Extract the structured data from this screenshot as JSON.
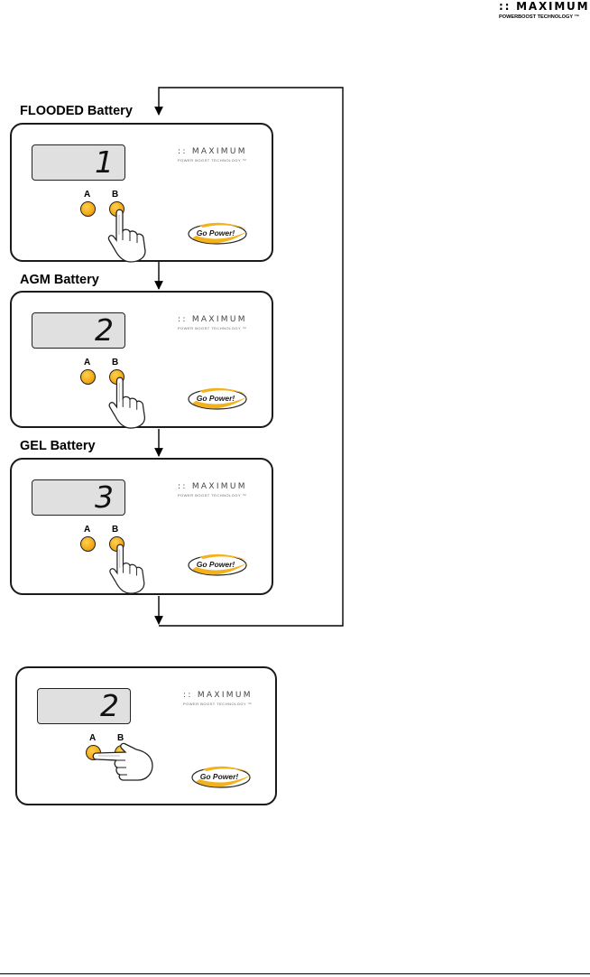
{
  "header": {
    "logo_mark": ":: MAXIMUM",
    "logo_sub": "POWERBOOST TECHNOLOGY ™"
  },
  "panel_logo": {
    "mark": ":: MAXIMUM",
    "sub": "POWER BOOST TECHNOLOGY ™",
    "brand": "Go Power!"
  },
  "sections": [
    {
      "title": "FLOODED Battery",
      "digit": "1",
      "pressed": "B"
    },
    {
      "title": "AGM Battery",
      "digit": "2",
      "pressed": "B"
    },
    {
      "title": "GEL Battery",
      "digit": "3",
      "pressed": "B"
    },
    {
      "title": "",
      "digit": "2",
      "pressed": "A"
    }
  ],
  "buttons": {
    "a_label": "A",
    "b_label": "B"
  },
  "colors": {
    "button_fill": "#f3a81a",
    "lcd_bg": "#e0e0e0",
    "outline": "#1a1a1a"
  }
}
